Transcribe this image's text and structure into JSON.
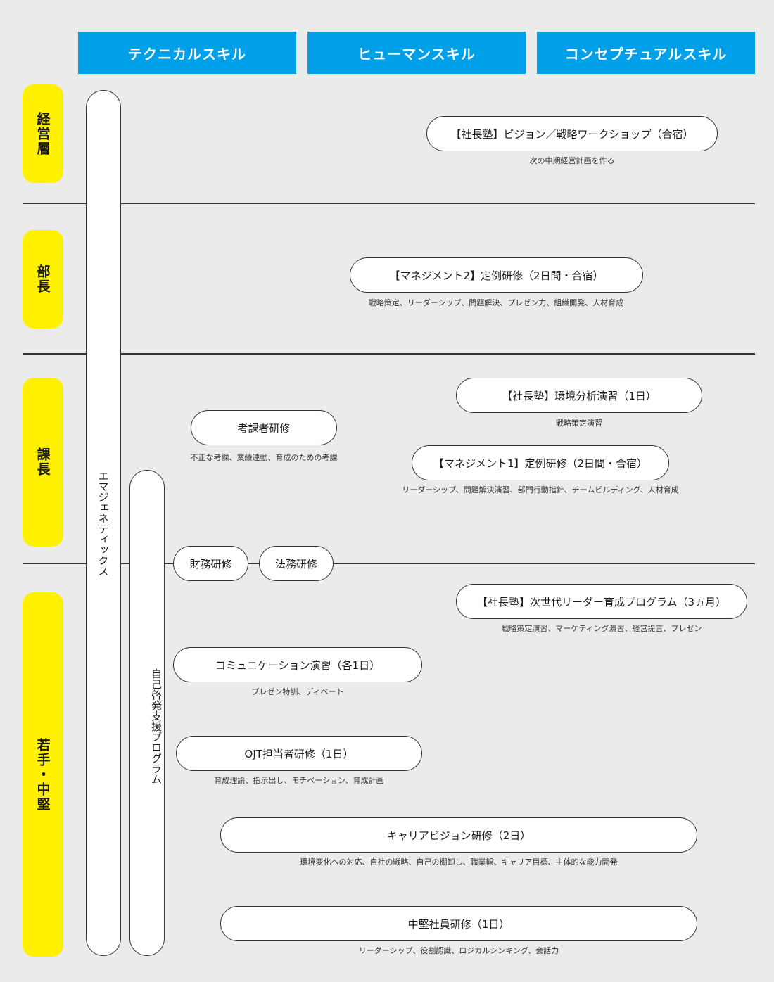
{
  "headers": [
    "テクニカルスキル",
    "ヒューマンスキル",
    "コンセプチュアルスキル"
  ],
  "levels": [
    "経営層",
    "部長",
    "課長",
    "若手・中堅"
  ],
  "side_bars": {
    "emergenetics": "エマジェネティックス",
    "self_development": "自己啓発支援プログラム"
  },
  "programs": [
    {
      "title": "【社長塾】ビジョン／戦略ワークショップ（合宿）",
      "desc": "次の中期経営計画を作る"
    },
    {
      "title": "【マネジメント2】定例研修（2日間・合宿）",
      "desc": "戦略策定、リーダーシップ、問題解決、プレゼン力、組織開発、人材育成"
    },
    {
      "title": "【社長塾】環境分析演習（1日）",
      "desc": "戦略策定演習"
    },
    {
      "title": "考課者研修",
      "desc": "不正な考課、業績連動、育成のための考課"
    },
    {
      "title": "【マネジメント1】定例研修（2日間・合宿）",
      "desc": "リーダーシップ、問題解決演習、部門行動指針、チームビルディング、人材育成"
    },
    {
      "title": "財務研修",
      "desc": ""
    },
    {
      "title": "法務研修",
      "desc": ""
    },
    {
      "title": "【社長塾】次世代リーダー育成プログラム（3ヵ月）",
      "desc": "戦略策定演習、マーケティング演習、経営提言、プレゼン"
    },
    {
      "title": "コミュニケーション演習（各1日）",
      "desc": "プレゼン特訓、ディベート"
    },
    {
      "title": "OJT担当者研修（1日）",
      "desc": "育成理論、指示出し、モチベーション、育成計画"
    },
    {
      "title": "キャリアビジョン研修（2日）",
      "desc": "環境変化への対応、自社の戦略、自己の棚卸し、職業観、キャリア目標、主体的な能力開発"
    },
    {
      "title": "中堅社員研修（1日）",
      "desc": "リーダーシップ、役割認識、ロジカルシンキング、会話力"
    }
  ]
}
